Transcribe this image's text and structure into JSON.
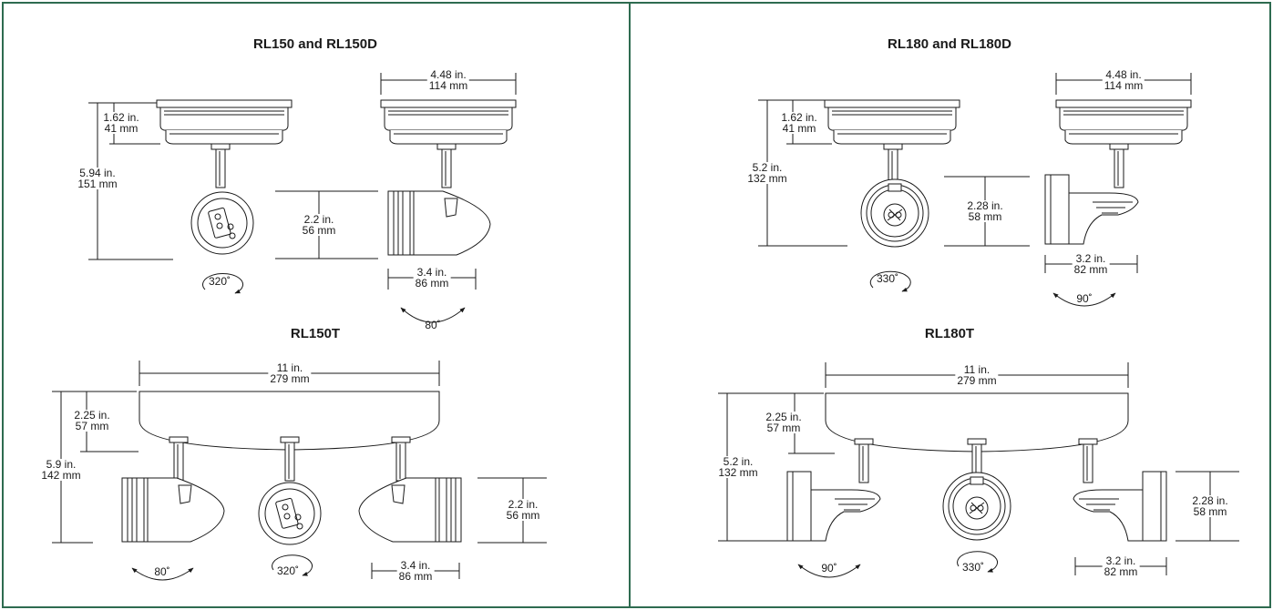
{
  "panels": {
    "left": {
      "title_top": "RL150 and RL150D",
      "title_bottom": "RL150T",
      "top": {
        "height_total": {
          "in": "5.94 in.",
          "mm": "151 mm"
        },
        "canopy_height": {
          "in": "1.62 in.",
          "mm": "41 mm"
        },
        "head_height": {
          "in": "2.2 in.",
          "mm": "56 mm"
        },
        "canopy_width": {
          "in": "4.48 in.",
          "mm": "114 mm"
        },
        "head_length": {
          "in": "3.4 in.",
          "mm": "86 mm"
        },
        "rotation": "320˚",
        "tilt": "80˚"
      },
      "bottom": {
        "width": {
          "in": "11 in.",
          "mm": "279 mm"
        },
        "canopy_height": {
          "in": "2.25 in.",
          "mm": "57 mm"
        },
        "height_total": {
          "in": "5.9 in.",
          "mm": "142 mm"
        },
        "head_height": {
          "in": "2.2 in.",
          "mm": "56 mm"
        },
        "head_length": {
          "in": "3.4 in.",
          "mm": "86 mm"
        },
        "tilt": "80˚",
        "rotation": "320˚"
      }
    },
    "right": {
      "title_top": "RL180 and RL180D",
      "title_bottom": "RL180T",
      "top": {
        "height_total": {
          "in": "5.2 in.",
          "mm": "132 mm"
        },
        "canopy_height": {
          "in": "1.62 in.",
          "mm": "41 mm"
        },
        "head_height": {
          "in": "2.28 in.",
          "mm": "58 mm"
        },
        "canopy_width": {
          "in": "4.48 in.",
          "mm": "114 mm"
        },
        "head_length": {
          "in": "3.2 in.",
          "mm": "82 mm"
        },
        "rotation": "330˚",
        "tilt": "90˚"
      },
      "bottom": {
        "width": {
          "in": "11 in.",
          "mm": "279 mm"
        },
        "canopy_height": {
          "in": "2.25 in.",
          "mm": "57 mm"
        },
        "height_total": {
          "in": "5.2 in.",
          "mm": "132 mm"
        },
        "head_height": {
          "in": "2.28 in.",
          "mm": "58 mm"
        },
        "head_length": {
          "in": "3.2 in.",
          "mm": "82 mm"
        },
        "tilt": "90˚",
        "rotation": "330˚"
      }
    }
  }
}
